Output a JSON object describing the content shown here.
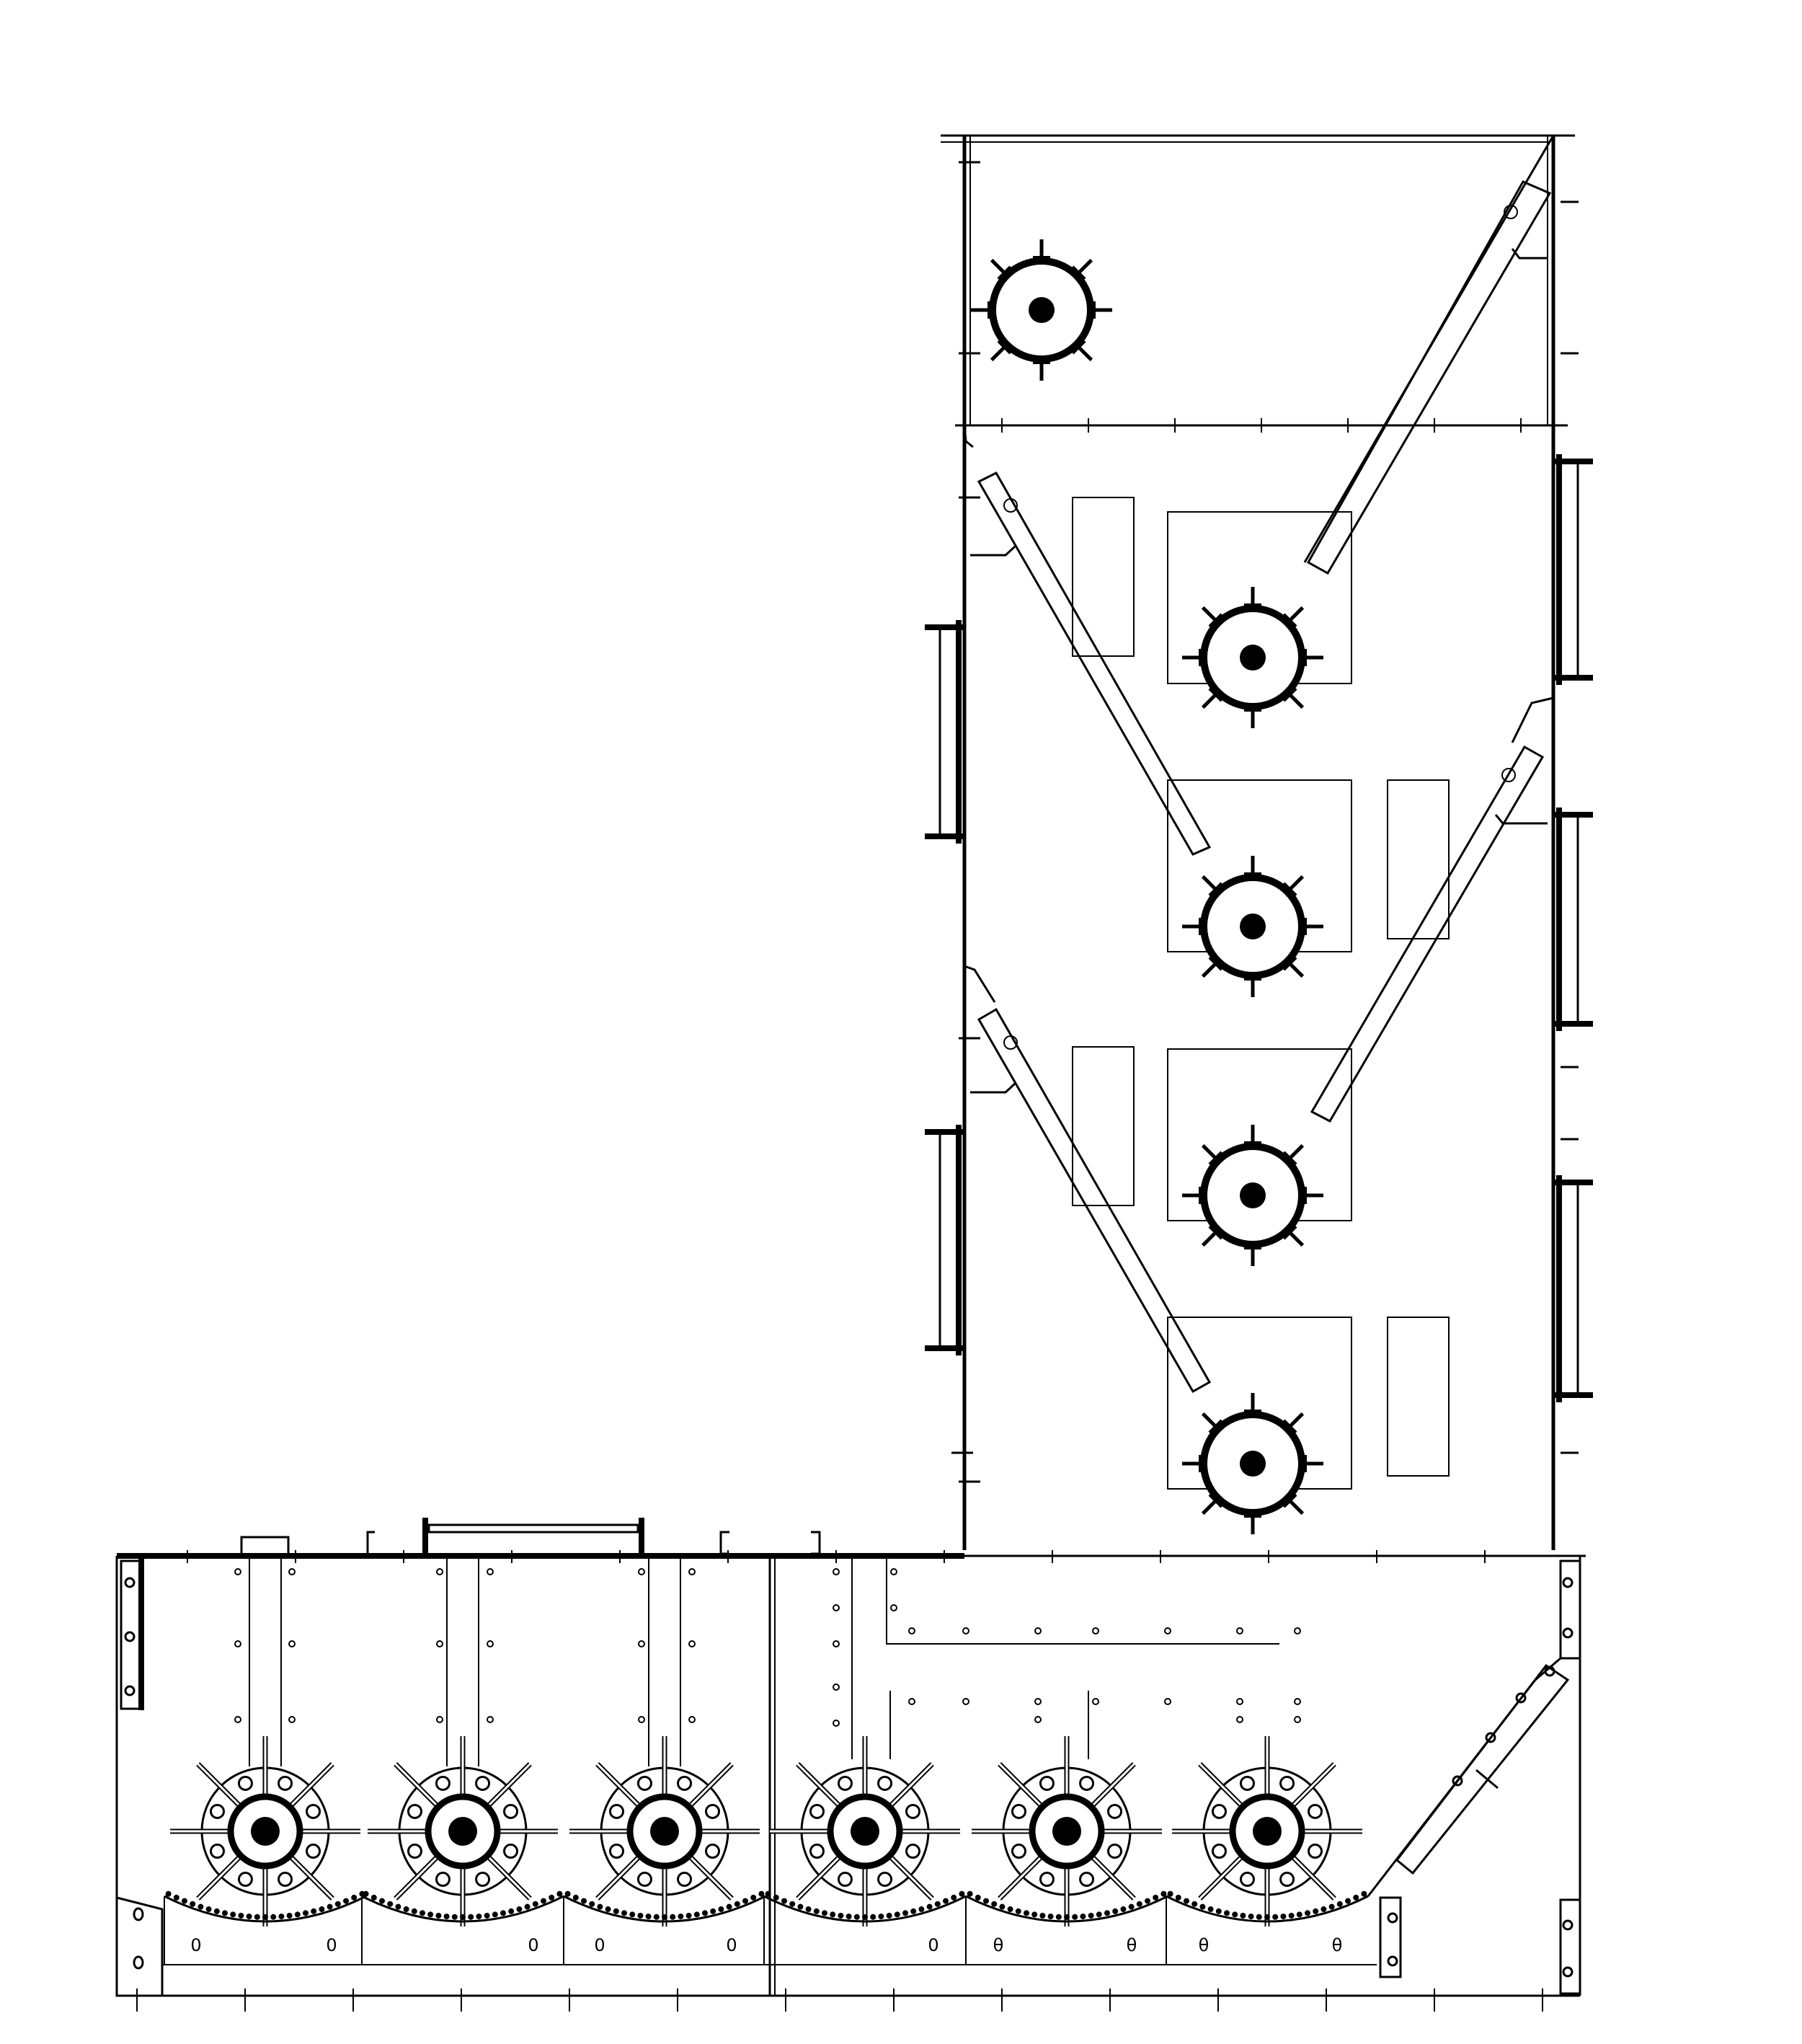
{
  "drawing": {
    "line_color": "#000000",
    "background": "#ffffff",
    "upper_tower": {
      "feed_chamber_rotors": 1,
      "rotor_stages": 4,
      "inclined_chutes": 4
    },
    "lower_housing": {
      "rotor_units": 6,
      "sections": 2,
      "bottom_markers": [
        "0",
        "0",
        "0",
        "0",
        "0",
        "0",
        "θ",
        "θ",
        "θ",
        "θ"
      ]
    }
  }
}
